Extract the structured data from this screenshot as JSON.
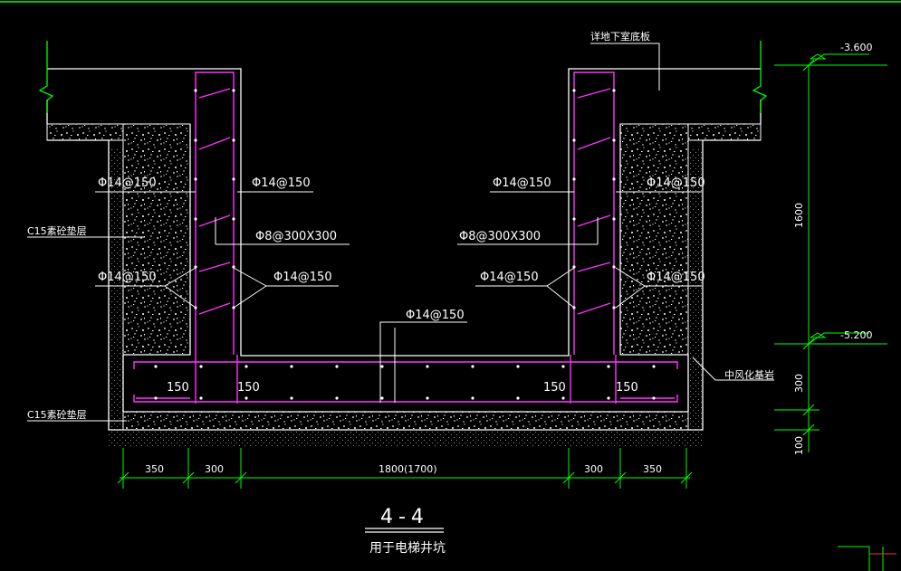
{
  "drawing": {
    "labels": {
      "basement_floor": "详地下室底板",
      "c15_top": "C15素砼垫层",
      "c15_bottom": "C15素砼垫层",
      "rock": "中风化基岩",
      "left_rebar_1": "Φ14@150",
      "left_rebar_2": "Φ14@150",
      "left_inner_1": "Φ14@150",
      "left_inner_2": "Φ14@150",
      "left_tie": "Φ8@300X300",
      "right_rebar_1": "Φ14@150",
      "right_rebar_2": "Φ14@150",
      "right_inner_1": "Φ14@150",
      "right_inner_2": "Φ14@150",
      "right_tie": "Φ8@300X300",
      "bottom_rebar": "Φ14@150",
      "cover_1": "150",
      "cover_2": "150",
      "cover_3": "150",
      "cover_4": "150"
    },
    "elevations": {
      "top": "-3.600",
      "bottom": "-5.200"
    },
    "vertical_dims": {
      "wall_height": "1600",
      "slab": "300",
      "bedding": "100"
    },
    "horizontal_dims": {
      "d1": "350",
      "d2": "300",
      "d3": "1800(1700)",
      "d4": "300",
      "d5": "350"
    },
    "title": "4-4",
    "subtitle": "用于电梯井坑"
  },
  "colors": {
    "background": "#000000",
    "line": "#ffffff",
    "rebar": "#ff33ff",
    "break_line": "#00ff00",
    "dimension": "#00ff00"
  }
}
